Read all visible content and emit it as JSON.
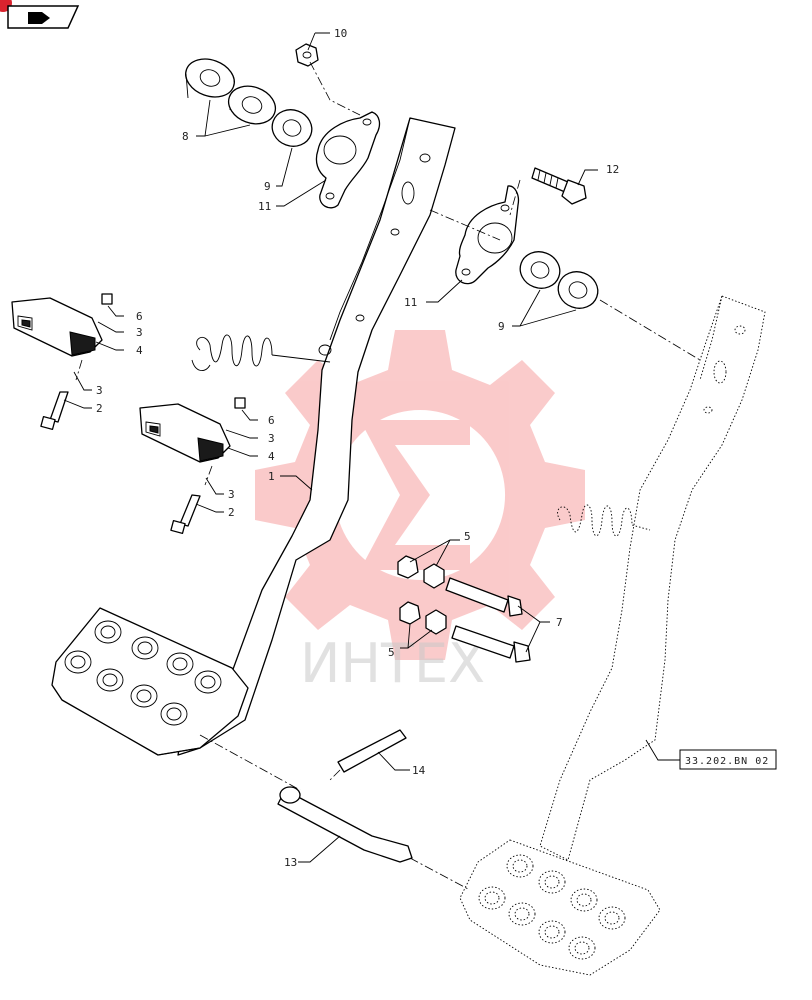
{
  "nav": {
    "icon": "book-icon"
  },
  "watermark": {
    "text": "ИНТЕХ",
    "color": "#f26b6b",
    "icon": "gear-logo"
  },
  "reference_box": {
    "label": "33.202.BN 02"
  },
  "callouts": {
    "c1": "1",
    "c2a": "2",
    "c2b": "2",
    "c3a": "3",
    "c3b": "3",
    "c3c": "3",
    "c3d": "3",
    "c4a": "4",
    "c4b": "4",
    "c5a": "5",
    "c5b": "5",
    "c6a": "6",
    "c6b": "6",
    "c7": "7",
    "c8": "8",
    "c9a": "9",
    "c9b": "9",
    "c10": "10",
    "c11a": "11",
    "c11b": "11",
    "c12": "12",
    "c13": "13",
    "c14": "14"
  }
}
